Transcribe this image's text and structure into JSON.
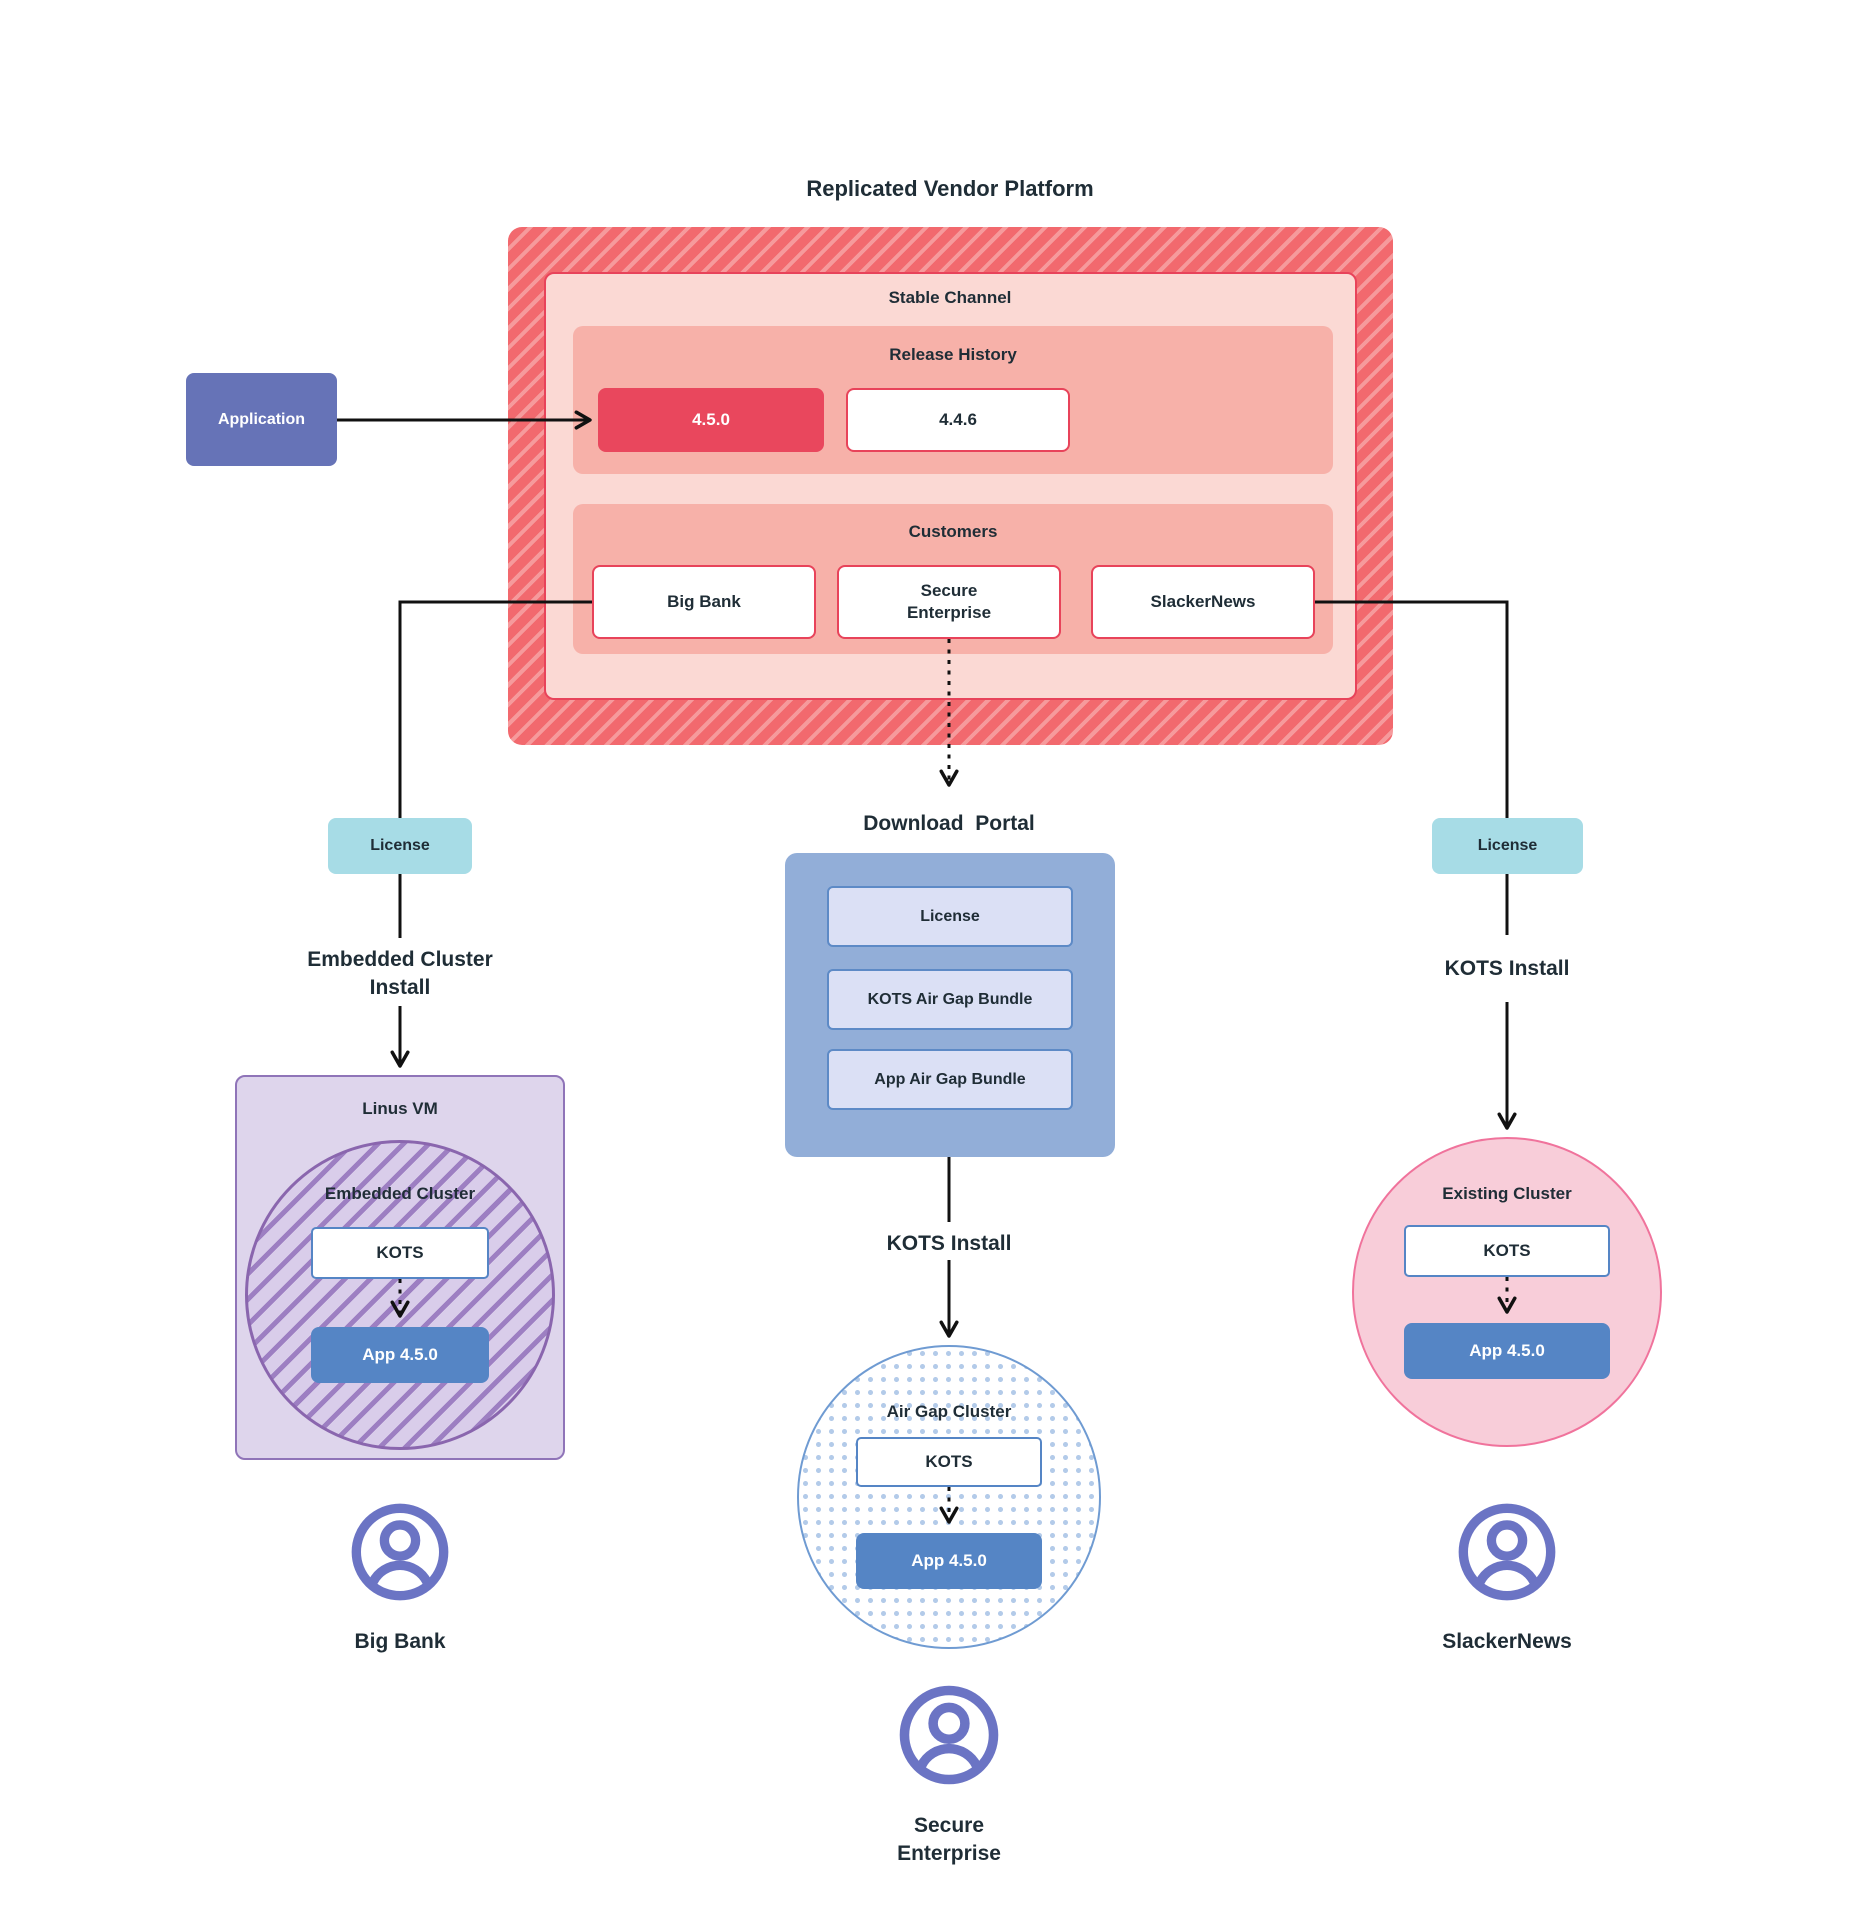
{
  "title": "Replicated Vendor Platform",
  "colors": {
    "hatch_base": "#f2696e",
    "hatch_stripe": "#f69a9c",
    "channel_bg": "#fbd9d4",
    "red_accent": "#e8435a",
    "panel_bg": "#f7b1a9",
    "release_highlight": "#e9475d",
    "application_bg": "#6673b7",
    "license_bg": "#a7dce6",
    "portal_bg": "#92aed8",
    "portal_item_bg": "#dbe0f5",
    "portal_item_border": "#5d8ac6",
    "app_blue": "#5585c5",
    "vm_bg": "#ded5ec",
    "vm_border": "#8f74b8",
    "purple_stripe": "#9d7fc2",
    "purple_stripe_bg": "#d9cdea",
    "purple_border": "#8a66ae",
    "pink_bg": "#f8cdd9",
    "pink_border": "#f0739c",
    "dot_color": "#b3cbe9",
    "dot_border": "#6f9bd2",
    "user_icon": "#6b74c4",
    "ink": "#1f2d36"
  },
  "application": {
    "label": "Application"
  },
  "platform": {
    "stable_channel": {
      "label": "Stable Channel",
      "release_history": {
        "label": "Release History",
        "releases": [
          {
            "version": "4.5.0",
            "highlight": true
          },
          {
            "version": "4.4.6",
            "highlight": false
          }
        ]
      },
      "customers": {
        "label": "Customers",
        "items": [
          {
            "name": "Big Bank"
          },
          {
            "name": "Secure\nEnterprise"
          },
          {
            "name": "SlackerNews"
          }
        ]
      }
    }
  },
  "download_portal": {
    "title": "Download  Portal",
    "items": [
      {
        "label": "License"
      },
      {
        "label": "KOTS Air Gap Bundle"
      },
      {
        "label": "App Air Gap Bundle"
      }
    ],
    "install_label": "KOTS Install"
  },
  "big_bank_flow": {
    "license": "License",
    "install": "Embedded Cluster\nInstall",
    "vm_label": "Linus VM",
    "cluster_label": "Embedded Cluster",
    "kots": "KOTS",
    "app": "App 4.5.0",
    "user": "Big Bank"
  },
  "secure_flow": {
    "cluster_label": "Air Gap Cluster",
    "kots": "KOTS",
    "app": "App 4.5.0",
    "user": "Secure\nEnterprise"
  },
  "slacker_flow": {
    "license": "License",
    "install": "KOTS Install",
    "cluster_label": "Existing Cluster",
    "kots": "KOTS",
    "app": "App 4.5.0",
    "user": "SlackerNews"
  }
}
